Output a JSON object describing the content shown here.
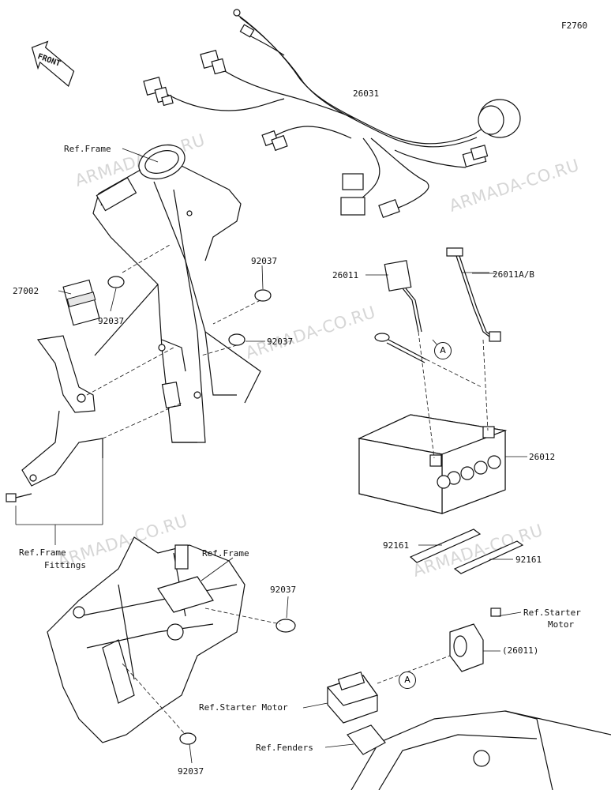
{
  "figure_code": "F2760",
  "front_label": "FRONT",
  "watermark": "ARMADA-CO.RU",
  "labels": {
    "ref_frame_top": "Ref.Frame",
    "p26031": "26031",
    "p27002": "27002",
    "p92037_a": "92037",
    "p92037_b": "92037",
    "p92037_c": "92037",
    "p26011": "26011",
    "p26011ab": "26011A/B",
    "p26012": "26012",
    "ref_frame_fittings_1": "Ref.Frame",
    "ref_frame_fittings_2": "Fittings",
    "ref_frame_mid": "Ref.Frame",
    "p92037_d": "92037",
    "p92161_a": "92161",
    "p92161_b": "92161",
    "ref_starter_motor_1": "Ref.Starter",
    "ref_starter_motor_2": "Motor",
    "p26011_paren": "(26011)",
    "ref_starter_motor_left": "Ref.Starter Motor",
    "ref_fenders": "Ref.Fenders",
    "p92037_e": "92037",
    "circle_a_1": "A",
    "circle_a_2": "A"
  }
}
